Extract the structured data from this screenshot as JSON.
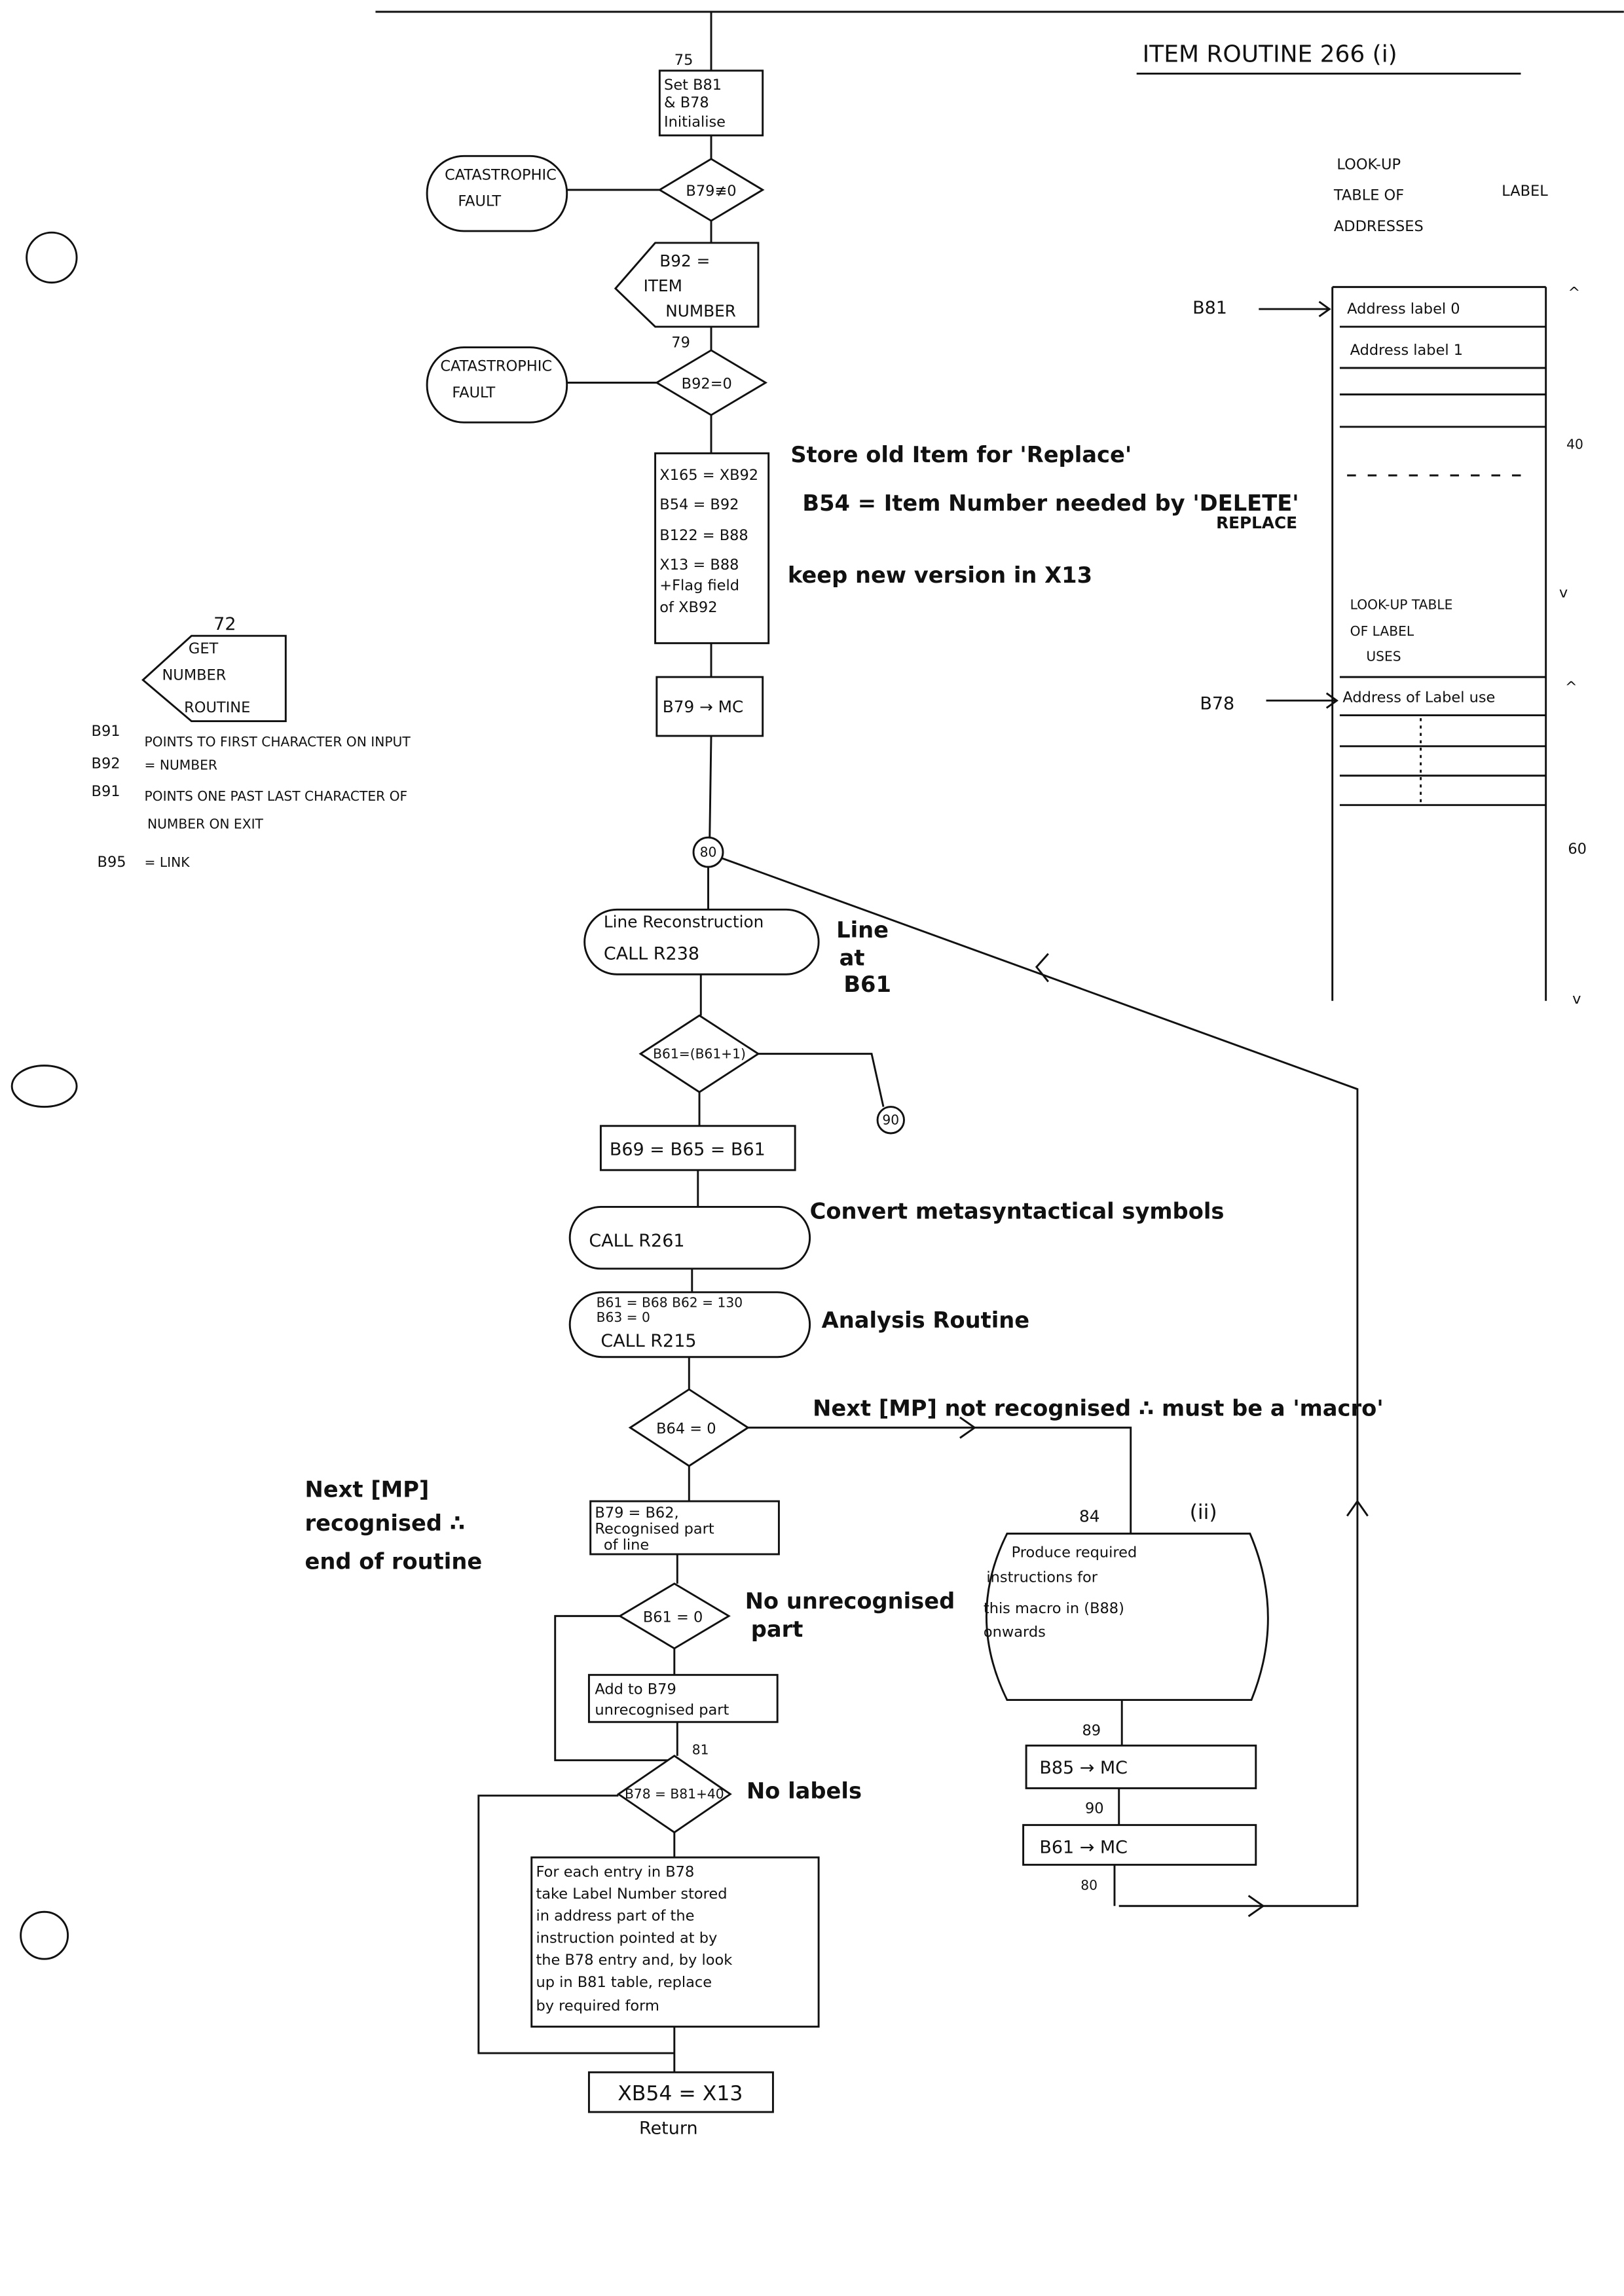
{
  "title": "ITEM ROUTINE 266 (i)",
  "flowchart": {
    "label_75": "75",
    "init_box": [
      "Set B81",
      "& B78",
      "Initialise"
    ],
    "decision_1": "B79≢0",
    "fault_1": [
      "CATASTROPHIC",
      "FAULT"
    ],
    "input_item": [
      "B92 =",
      "ITEM",
      "NUMBER"
    ],
    "label_79": "79",
    "decision_2": "B92=0",
    "fault_2": [
      "CATASTROPHIC",
      "FAULT"
    ],
    "assign_box": [
      "X165 = XB92",
      "B54 = B92",
      "B122 = B88",
      "X13 = B88",
      "+Flag field",
      "of XB92"
    ],
    "mc_box": "B79 → MC",
    "connector_80": "80",
    "call_r238": [
      "Line Reconstruction",
      "CALL R238"
    ],
    "decision_3": "B61=(B61+1)",
    "connector_90": "90",
    "assign_b69": "B69 = B65 = B61",
    "call_r261": "CALL R261",
    "call_r215": [
      "B61 = B68   B62 = 130",
      "B63 = 0",
      "CALL R215"
    ],
    "decision_4": "B64 = 0",
    "recognised_box": [
      "B79 = B62,",
      "Recognised part",
      "of line"
    ],
    "decision_5": "B61 = 0",
    "add_box": [
      "Add to B79",
      "unrecognised part"
    ],
    "label_81": "81",
    "decision_6": "B78 = B81+40",
    "foreach_box": [
      "For each entry in B78",
      "take Label Number stored",
      "in address part of the",
      "instruction pointed at by",
      "the B78 entry and, by look",
      "up in B81 table, replace",
      "by required form"
    ],
    "final_box": "XB54 = X13",
    "return_label": "Return",
    "label_84": "84",
    "label_ii": "(ii)",
    "macro_box": [
      "Produce required",
      "instructions for",
      "this macro in (B88)",
      "onwards"
    ],
    "label_89": "89",
    "b85_box": "B85 → MC",
    "label_90": "90",
    "b61_box": "B61 → MC",
    "label_80b": "80"
  },
  "annotations": {
    "store_old": "Store old Item for 'Replace'",
    "b54_needed": "B54 = Item Number needed by 'DELETE'",
    "replace": "REPLACE",
    "keep_new": "keep new version in X13",
    "line_at": [
      "Line",
      "at",
      "B61"
    ],
    "convert": "Convert metasyntactical symbols",
    "analysis": "Analysis Routine",
    "not_recognised": "Next [MP] not recognised ∴ must be a 'macro'",
    "recognised": [
      "Next [MP]",
      "recognised ∴",
      "end of routine"
    ],
    "no_unrecognised": [
      "No unrecognised",
      "part"
    ],
    "no_labels": "No labels"
  },
  "get_number": {
    "label": "72",
    "shape": [
      "GET",
      "NUMBER",
      "ROUTINE"
    ],
    "notes": [
      {
        "reg": "B91",
        "text": "POINTS TO FIRST CHARACTER ON INPUT"
      },
      {
        "reg": "B92",
        "text": "= NUMBER"
      },
      {
        "reg": "B91",
        "text": "POINTS ONE PAST LAST CHARACTER OF"
      },
      {
        "reg": "",
        "text": "NUMBER ON EXIT"
      },
      {
        "reg": "B95",
        "text": "= LINK"
      }
    ]
  },
  "lookup": {
    "heading": [
      "LOOK-UP",
      "TABLE OF",
      "LABEL",
      "ADDRESSES"
    ],
    "b81_pointer": "B81",
    "rows": [
      "Address label 0",
      "Address label 1"
    ],
    "uses_heading": [
      "LOOK-UP TABLE",
      "OF LABEL",
      "USES"
    ],
    "b78_pointer": "B78",
    "uses_row": "Address of Label use",
    "markers": [
      "^",
      "40",
      "v",
      "^",
      "60",
      "v"
    ]
  }
}
